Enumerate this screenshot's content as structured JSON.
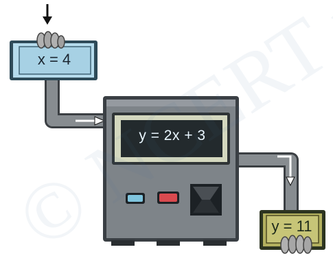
{
  "input": {
    "value_text": "x = 4"
  },
  "machine": {
    "equation_text": "y = 2x + 3"
  },
  "output": {
    "value_text": "y = 11"
  },
  "watermark": {
    "text": "© NCERT not to be republished"
  },
  "colors": {
    "card_fill": "#b5dbec",
    "card_border": "#2e4a58",
    "machine_body": "#7e8489",
    "machine_dark": "#3a3f44",
    "screen_bg": "#232a2d",
    "screen_frame": "#d4d8bf",
    "pipe": "#868b8f",
    "button_blue": "#7fc4dd",
    "button_red": "#d94a4f",
    "output_fill": "#b3b15f"
  },
  "icons": [
    "down-arrow-icon",
    "right-arrow-icon",
    "bent-down-arrow-icon"
  ]
}
